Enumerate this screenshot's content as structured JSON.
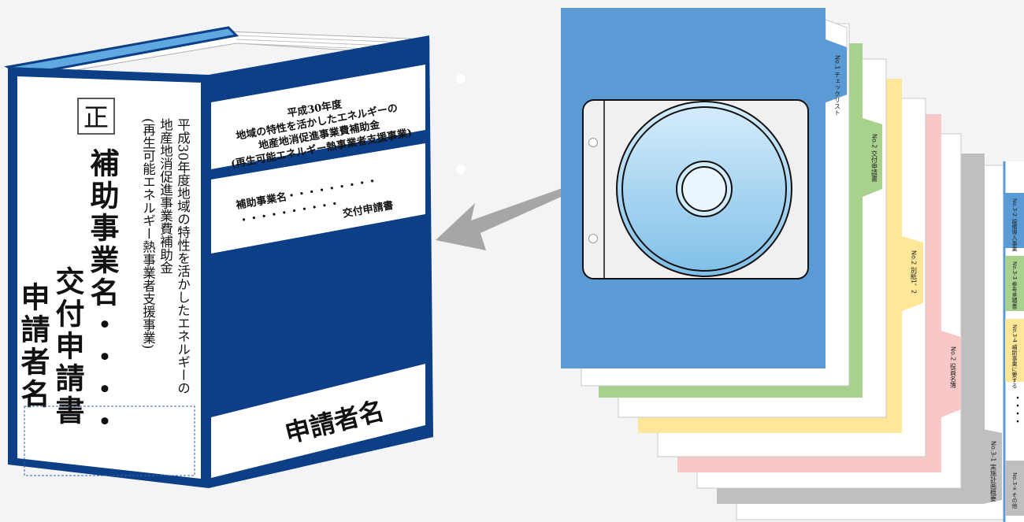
{
  "binder": {
    "spine": {
      "seal": "正",
      "project_line": "補助事業名・・・・",
      "application_line": "交付申請書",
      "applicant_line": "申請者名",
      "program_line_1": "平成30年度地域の特性を活かしたエネルギーの",
      "program_line_2": "地産地消促進事業費補助金",
      "program_line_3": "(再生可能エネルギー熱事業者支援事業)"
    },
    "cover": {
      "program_line_1": "平成30年度",
      "program_line_2": "地域の特性を活かしたエネルギーの",
      "program_line_3": "地産地消促進事業費補助金",
      "program_line_4": "(再生可能エネルギー熱事業者支援事業)",
      "project_line": "補助事業名・・・・・・・・・",
      "dots_line": "・・・・・・・・・・",
      "application_line": "交付申請書",
      "applicant": "申請者名"
    }
  },
  "tabs": [
    {
      "label": "No.1 チェックリスト"
    },
    {
      "label": "No.2 交付申請書"
    },
    {
      "label": "No.2 別紙1、2"
    },
    {
      "label": "No.2 役員名簿"
    },
    {
      "label": "No.3-1 実施計画概要"
    },
    {
      "label": "No.3-2 設備導入事業"
    },
    {
      "label": "No.3-3 参考見積書"
    },
    {
      "label": "No.3-4 補助事業に要する"
    },
    {
      "label": "・・・・"
    },
    {
      "label": "No.3-x その他"
    }
  ],
  "colors": {
    "binder_blue": "#0c3f86",
    "folder_blue": "#5b9bd5",
    "green": "#a9d18e",
    "yellow": "#ffe699",
    "pink": "#f8c8c8",
    "gray": "#bfbfbf",
    "arrow": "#a6a6a6"
  }
}
